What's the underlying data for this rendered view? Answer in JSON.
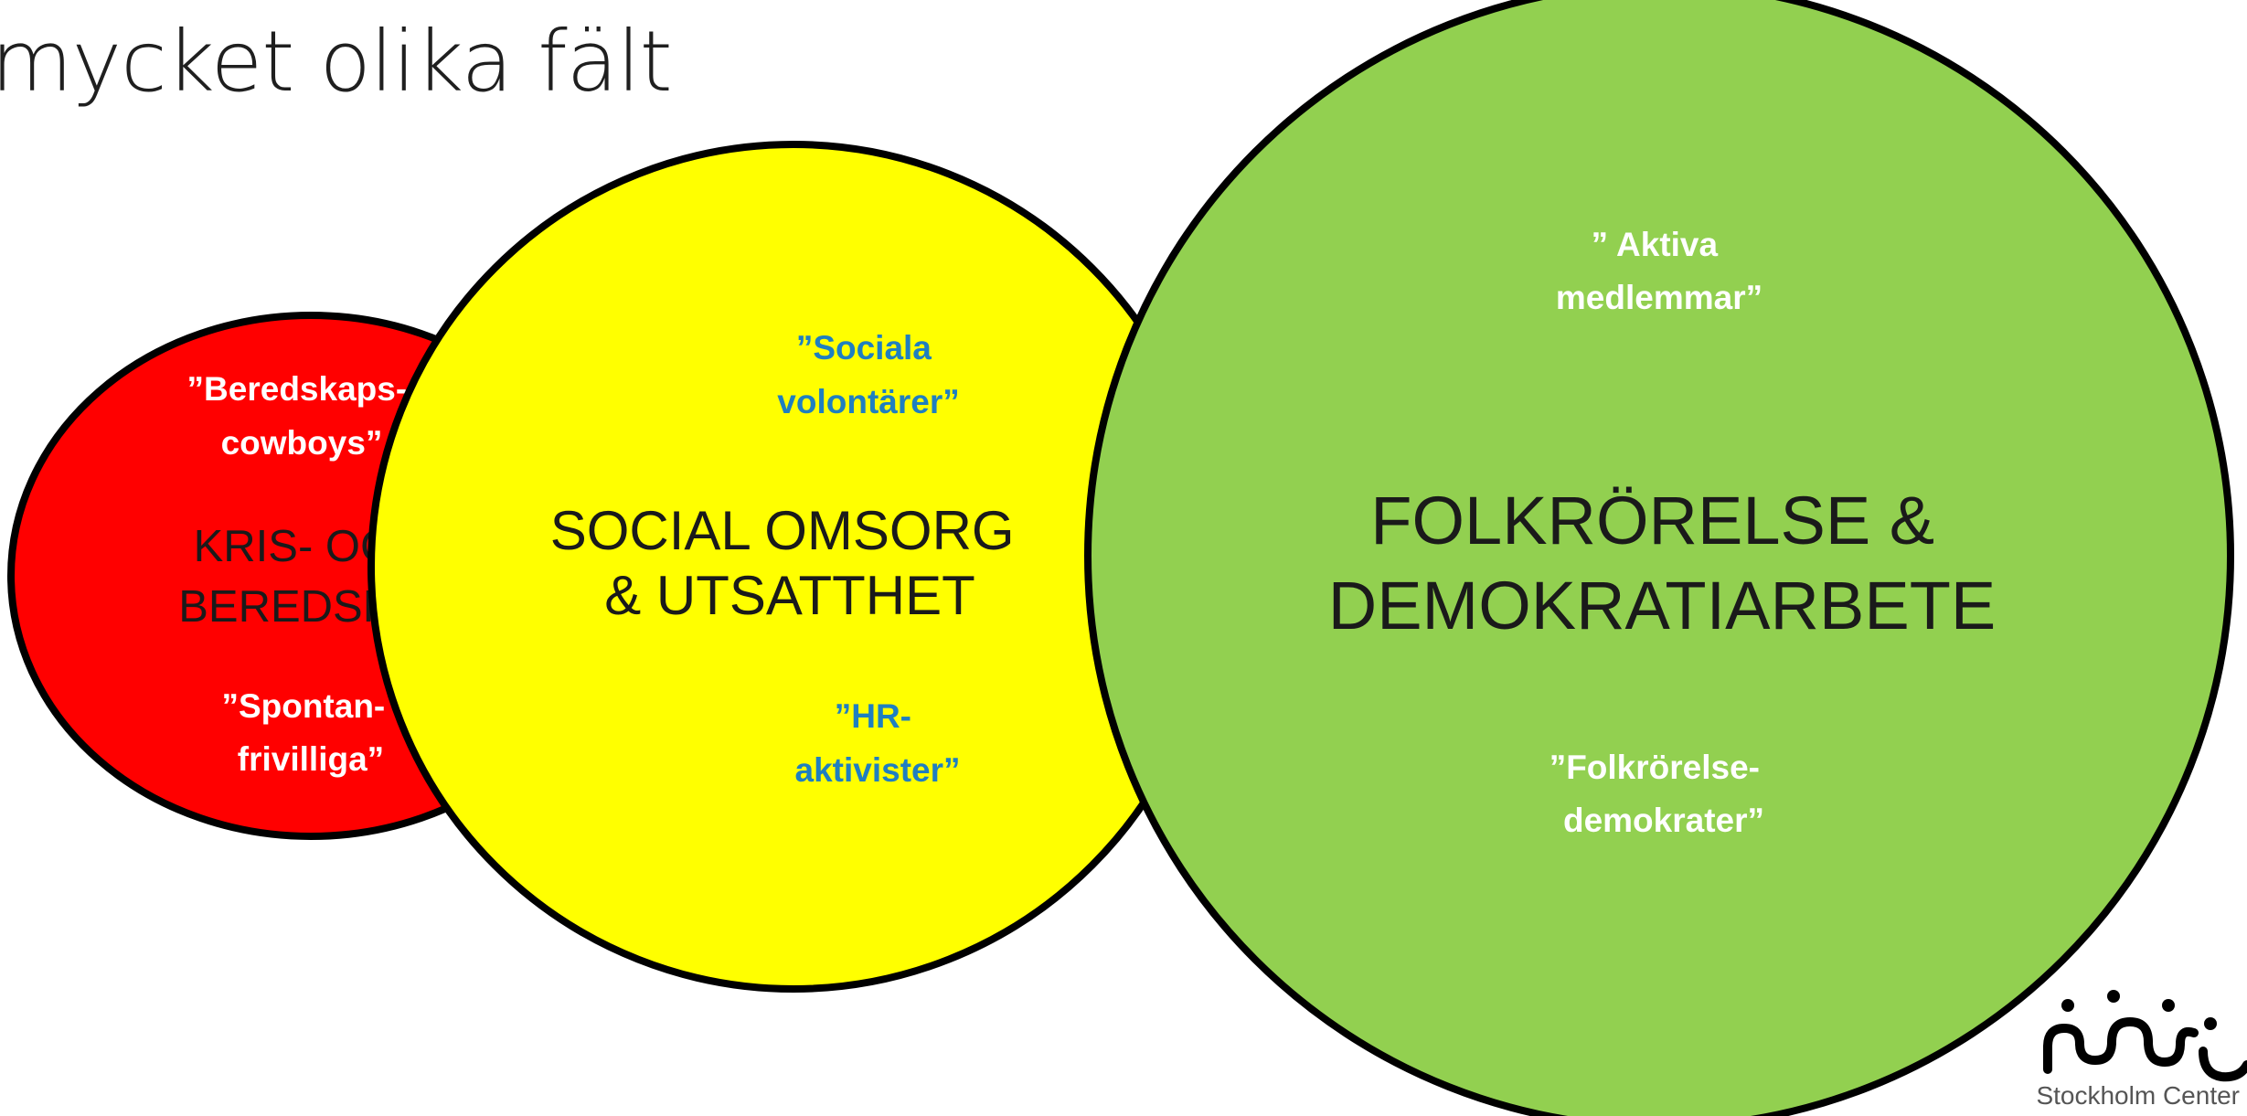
{
  "title": "mycket olika fält",
  "circles": {
    "red": {
      "fill": "#ff0000",
      "heading": [
        "KRIS- OCH",
        "BEREDSKAP"
      ],
      "quote_top": [
        "”Beredskaps-",
        "cowboys”"
      ],
      "quote_bottom": [
        "”Spontan-",
        "frivilliga”"
      ],
      "quote_color": "#ffffff"
    },
    "yellow": {
      "fill": "#ffff00",
      "heading": [
        "SOCIAL OMSORG",
        "& UTSATTHET"
      ],
      "quote_top": [
        "”Sociala",
        "volontärer”"
      ],
      "quote_bottom": [
        "”HR-",
        "aktivister”"
      ],
      "quote_color": "#1f7fc0"
    },
    "green": {
      "fill": "#92d050",
      "heading": [
        "FOLKRÖRELSE &",
        "DEMOKRATIARBETE"
      ],
      "quote_top": [
        "” Aktiva",
        "medlemmar”"
      ],
      "quote_bottom": [
        "”Folkrörelse-",
        "demokrater”"
      ],
      "quote_color": "#ffffff"
    }
  },
  "logo": {
    "caption": "Stockholm Center"
  }
}
